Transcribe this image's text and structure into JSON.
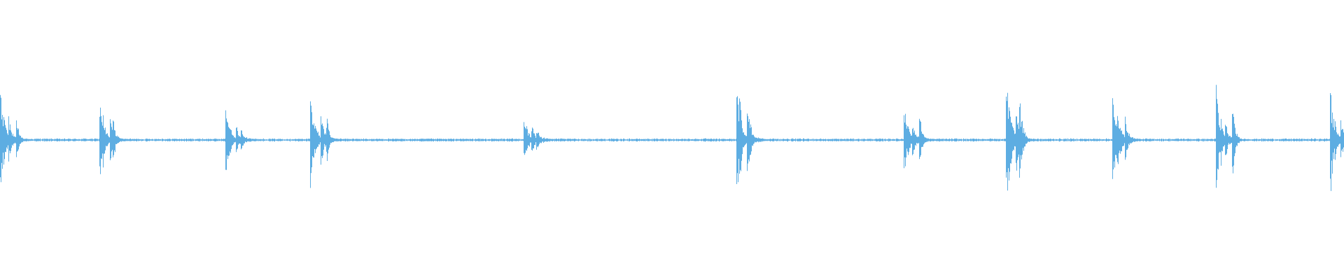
{
  "waveform": {
    "color": "#5dade2",
    "background": "#ffffff",
    "bursts": [
      {
        "time": 0.0,
        "peak": 0.48
      },
      {
        "time": 0.074,
        "peak": 0.36
      },
      {
        "time": 0.168,
        "peak": 0.3
      },
      {
        "time": 0.231,
        "peak": 0.4
      },
      {
        "time": 0.39,
        "peak": 0.25
      },
      {
        "time": 0.548,
        "peak": 0.58
      },
      {
        "time": 0.673,
        "peak": 0.36
      },
      {
        "time": 0.749,
        "peak": 0.7
      },
      {
        "time": 0.828,
        "peak": 0.56
      },
      {
        "time": 0.905,
        "peak": 0.5
      },
      {
        "time": 0.99,
        "peak": 0.46
      }
    ],
    "noise_floor": 0.012
  }
}
